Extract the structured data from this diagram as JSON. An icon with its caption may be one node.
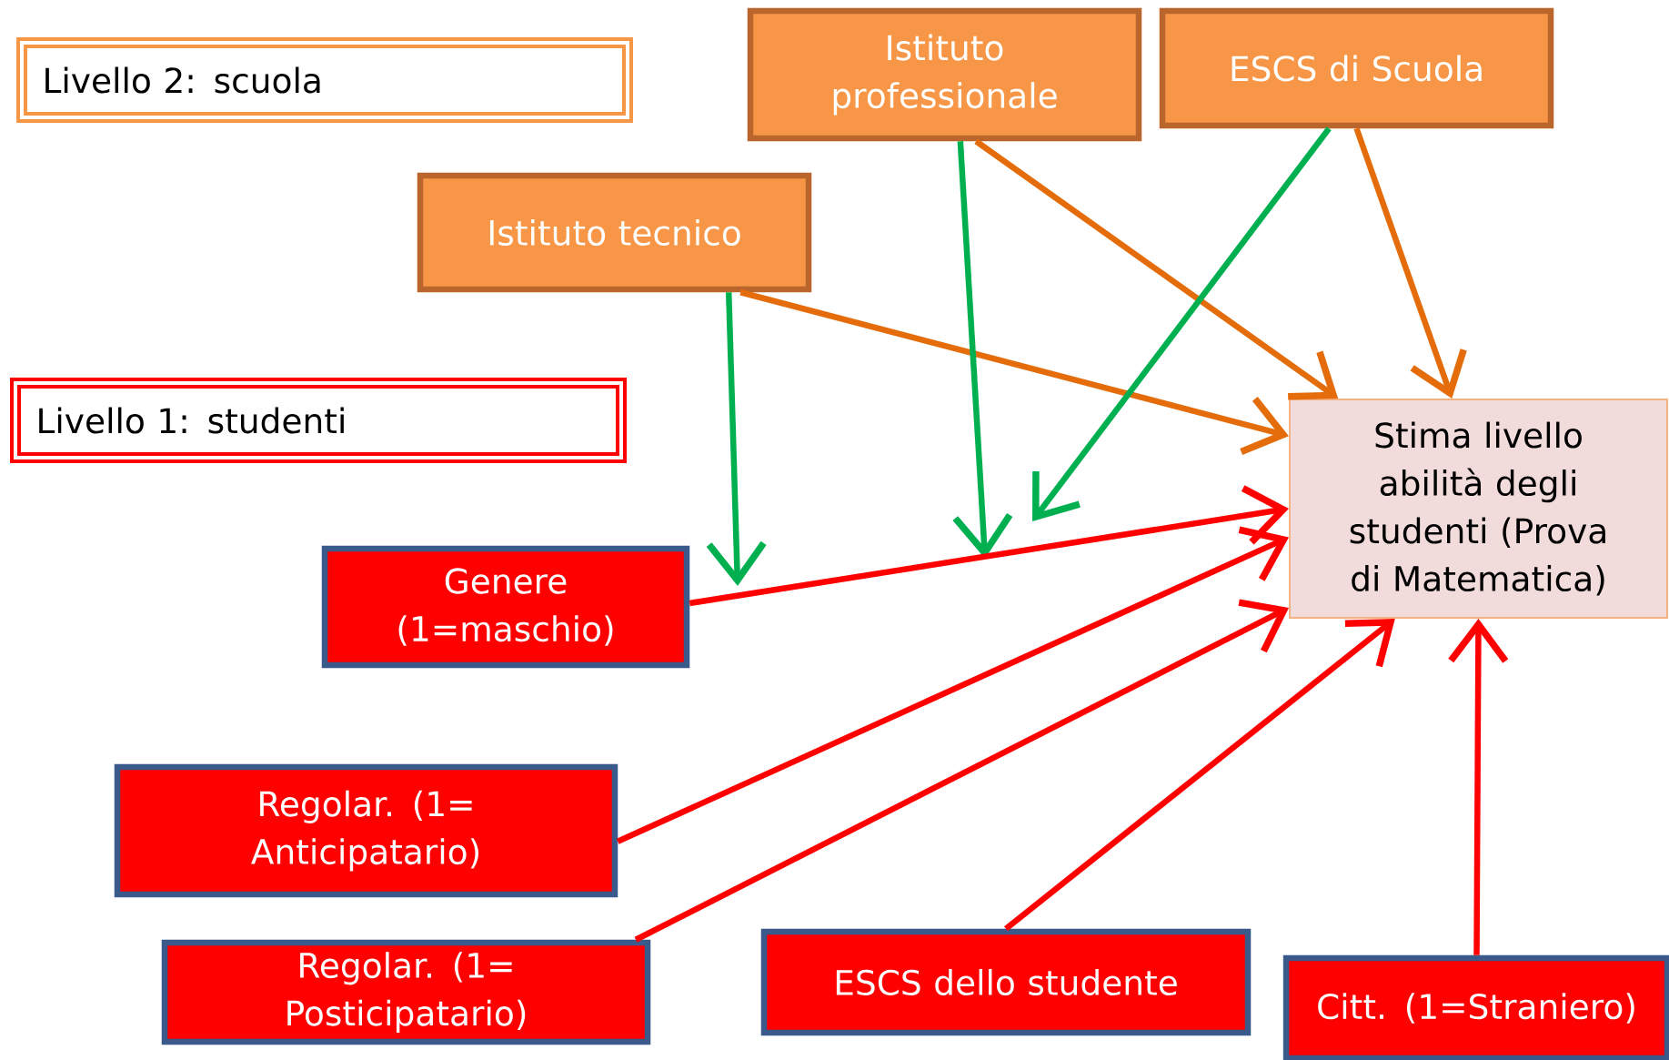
{
  "diagram": {
    "nodes": [
      {
        "text": [
          "Livello 2: scuola"
        ]
      },
      {
        "text": [
          "Istituto professionale"
        ]
      },
      {
        "text": [
          "ESCS di Scuola"
        ]
      },
      {
        "text": [
          "Istituto tecnico"
        ]
      },
      {
        "text": [
          "Livello 1: studenti"
        ]
      },
      {
        "text": [
          "Stima livello abilità degli studenti (Prova di Matematica)"
        ]
      },
      {
        "text": [
          "Genere (1=maschio)"
        ]
      },
      {
        "text": [
          "Regolar. (1= Anticipatario)"
        ]
      },
      {
        "text": [
          "Regolar. (1= Posticipatario)"
        ]
      },
      {
        "text": [
          "ESCS dello studente"
        ]
      },
      {
        "text": [
          "Citt. (1=Straniero)"
        ]
      }
    ],
    "edges": [
      {
        "from": 3,
        "to": 5,
        "arrow": "to",
        "color": "#e46c0a"
      },
      {
        "from": 1,
        "to": 5,
        "arrow": "to",
        "color": "#e46c0a"
      },
      {
        "from": 2,
        "to": 5,
        "arrow": "to",
        "color": "#e46c0a"
      },
      {
        "from": 3,
        "to": null,
        "arrow": "to",
        "color": "#00b050"
      },
      {
        "from": 1,
        "to": null,
        "arrow": "to",
        "color": "#00b050"
      },
      {
        "from": 2,
        "to": null,
        "arrow": "to",
        "color": "#00b050"
      },
      {
        "from": 6,
        "to": 5,
        "arrow": "to"
      },
      {
        "from": 7,
        "to": 5,
        "arrow": "to"
      },
      {
        "from": 8,
        "to": 5,
        "arrow": "to"
      },
      {
        "from": 9,
        "to": 5,
        "arrow": "to"
      },
      {
        "from": 10,
        "to": 5,
        "arrow": "to"
      }
    ]
  }
}
